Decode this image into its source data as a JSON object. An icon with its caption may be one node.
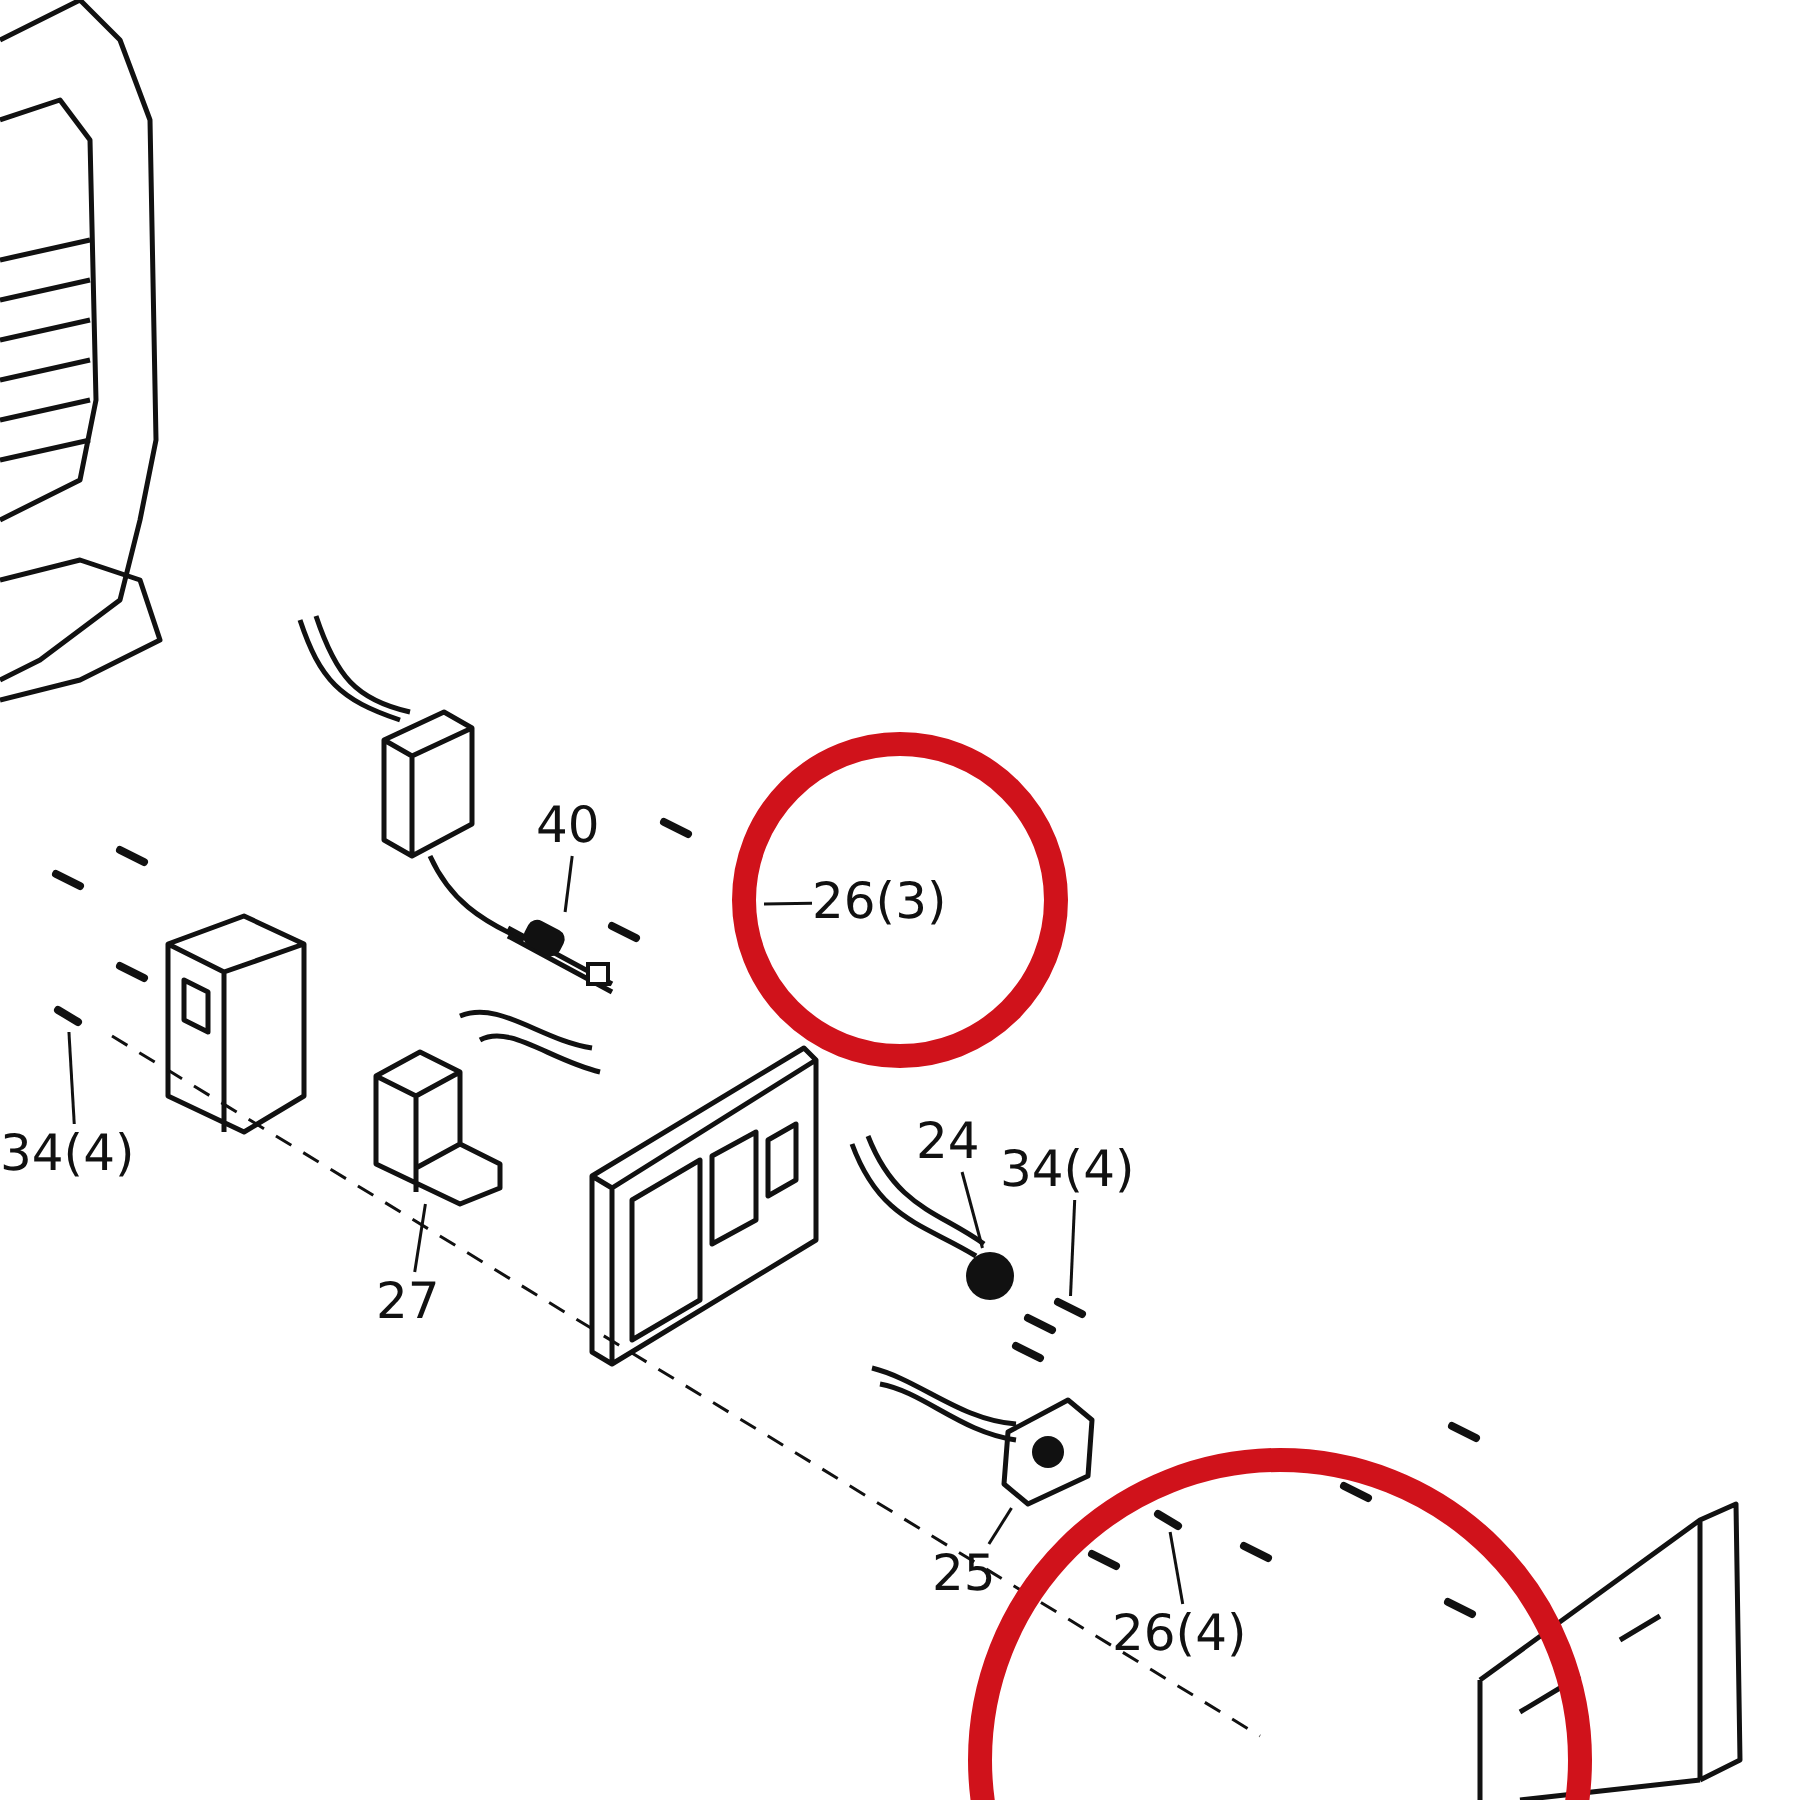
{
  "diagram": {
    "nodes": [
      {
        "text": [
          "40"
        ]
      },
      {
        "text": [],
        "shape": "picture"
      },
      {
        "text": [
          "26(3)"
        ]
      },
      {
        "text": [
          "34(4)"
        ]
      },
      {
        "text": [],
        "shape": "picture"
      },
      {
        "text": [
          "27"
        ]
      },
      {
        "text": [],
        "shape": "picture"
      },
      {
        "text": [
          "24"
        ]
      },
      {
        "text": [],
        "shape": "circle"
      },
      {
        "text": [
          "34(4)"
        ]
      },
      {
        "text": [],
        "shape": "picture"
      },
      {
        "text": [
          "25"
        ]
      },
      {
        "text": [],
        "shape": "picture"
      },
      {
        "text": [
          "26(4)"
        ]
      },
      {
        "text": [],
        "shape": "picture"
      }
    ],
    "edges": [
      {
        "from": 0,
        "to": 1,
        "arrow": "none"
      },
      {
        "from": 2,
        "to": null,
        "arrow": "none"
      },
      {
        "from": 3,
        "to": 4,
        "arrow": "none"
      },
      {
        "from": 5,
        "to": 6,
        "arrow": "none"
      },
      {
        "from": 7,
        "to": 8,
        "arrow": "none"
      },
      {
        "from": 9,
        "to": 10,
        "arrow": "none"
      },
      {
        "from": 11,
        "to": 12,
        "arrow": "none"
      },
      {
        "from": 13,
        "to": 14,
        "arrow": "none"
      }
    ]
  }
}
